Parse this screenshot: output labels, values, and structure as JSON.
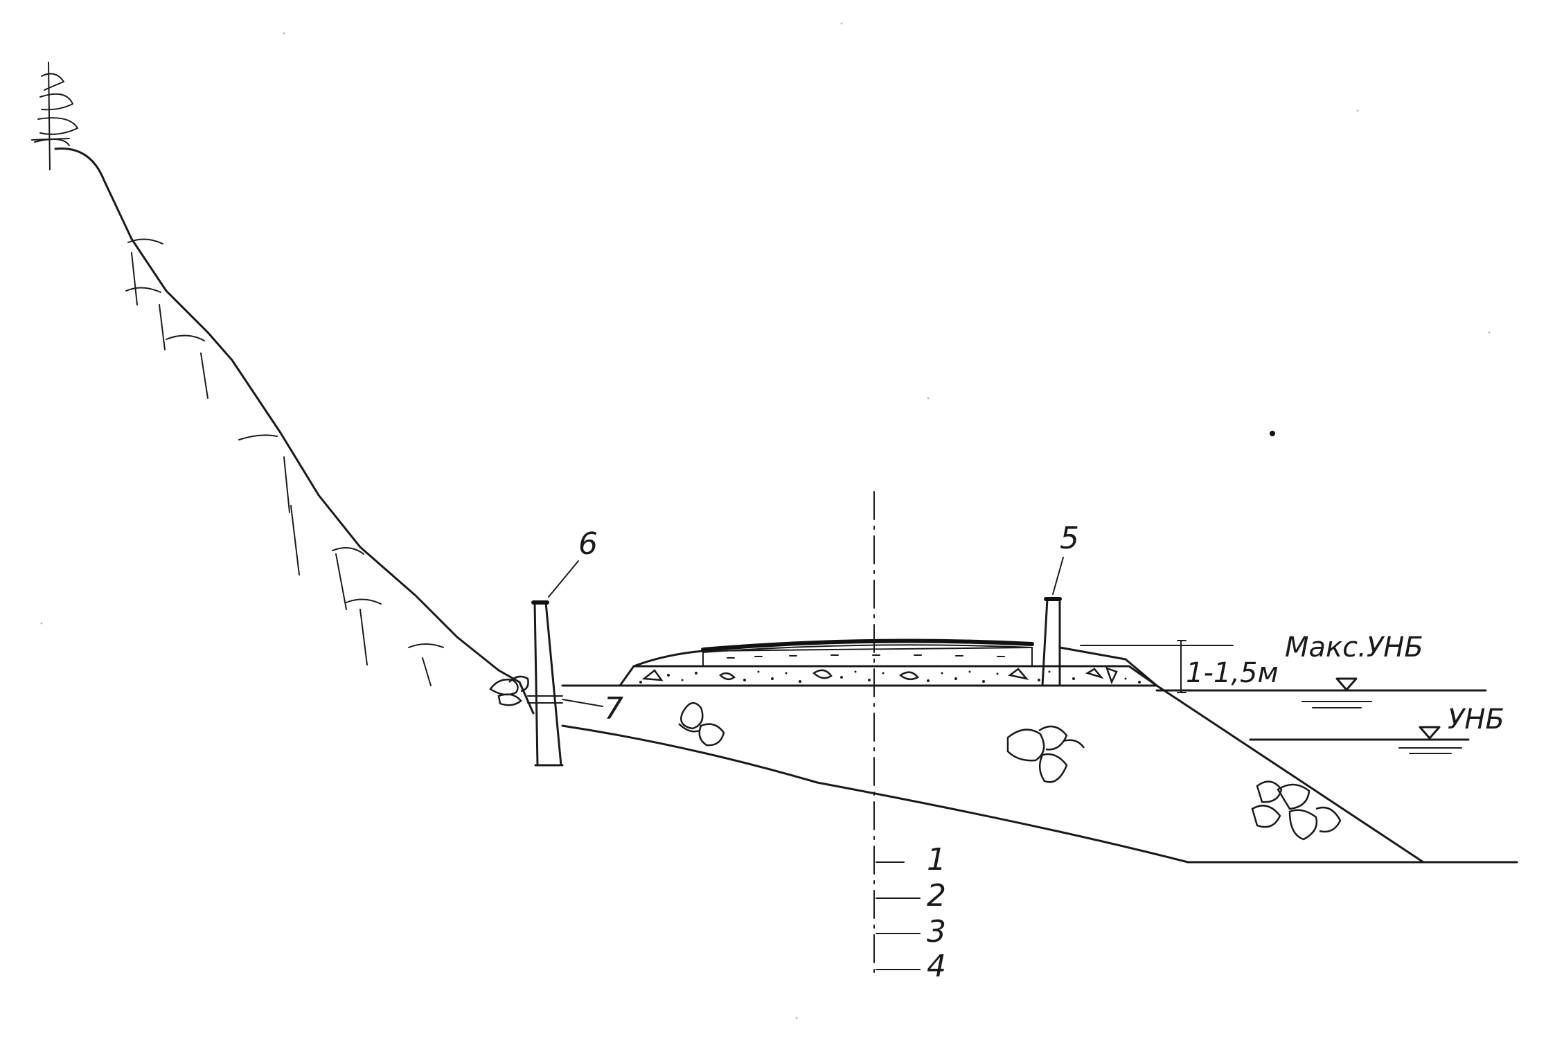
{
  "drawing": {
    "callouts": {
      "c1": "1",
      "c2": "2",
      "c3": "3",
      "c4": "4",
      "c5": "5",
      "c6": "6",
      "c7": "7"
    },
    "dimension": "1-1,5м",
    "levels": {
      "max_water": "Макс.УНБ",
      "water": "УНБ"
    }
  }
}
